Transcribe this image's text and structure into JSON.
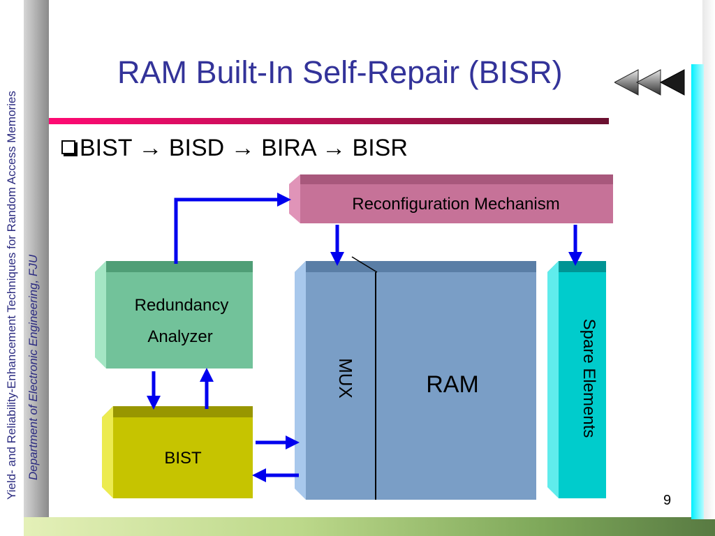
{
  "slide": {
    "title": "RAM Built-In Self-Repair (BISR)",
    "bullet": {
      "items": [
        "BIST",
        "BISD",
        "BIRA",
        "BISR"
      ],
      "separator": "→"
    },
    "side_course_title": "Yield- and Reliability-Enhancement Techniques for Random Access Memories",
    "side_department": "Department of Electronic Engineering, FJU",
    "page_number": "9"
  },
  "diagram": {
    "blocks": {
      "reconfig": "Reconfiguration Mechanism",
      "redundancy_line1": "Redundancy",
      "redundancy_line2": "Analyzer",
      "bist": "BIST",
      "mux": "MUX",
      "ram": "RAM",
      "spare": "Spare Elements"
    }
  },
  "colors": {
    "title": "#333399",
    "arrow": "#0000ee",
    "reconfig": "#c67298",
    "redundancy": "#72c29a",
    "bist": "#c6c400",
    "ram": "#7a9ec6",
    "spare": "#00cccc"
  },
  "icons": [
    "checkbox-bullet-icon",
    "nav-rewind-arrows-icon"
  ]
}
